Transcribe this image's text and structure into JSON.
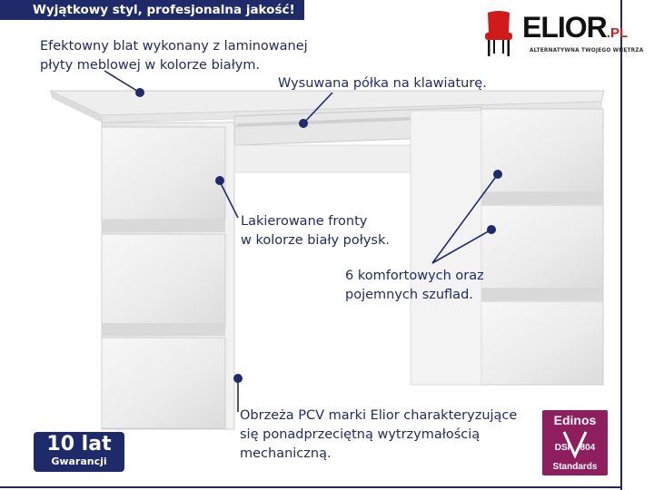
{
  "banner": "Wyjątkowy styl, profesjonalna jakość!",
  "logo": {
    "name": "ELIOR",
    "suffix": ".PL",
    "tagline": "ALTERNATYWNA TWOJEGO WNĘTRZA"
  },
  "callouts": {
    "top": {
      "line1": "Efektowny blat wykonany z laminowanej",
      "line2": "płyty meblowej w kolorze białym."
    },
    "shelf": {
      "line1": "Wysuwana półka na klawiaturę."
    },
    "fronts": {
      "line1": "Lakierowane fronty",
      "line2": "w kolorze biały połysk."
    },
    "drawers": {
      "line1": "6 komfortowych oraz",
      "line2": "pojemnych szuflad."
    },
    "edges": {
      "line1": "Obrzeża PCV marki Elior charakteryzujące",
      "line2": "się ponadprzeciętną wytrzymałością",
      "line3": "mechaniczną."
    }
  },
  "warranty": {
    "big": "10 lat",
    "small": "Gwarancji"
  },
  "certificate": {
    "brand": "Edinos",
    "code_left": "DSI",
    "code_right": "804",
    "standard": "Standards"
  },
  "colors": {
    "navy": "#1f2a6b",
    "certificate": "#8e1e5e",
    "logo_red": "#d21a1a"
  }
}
